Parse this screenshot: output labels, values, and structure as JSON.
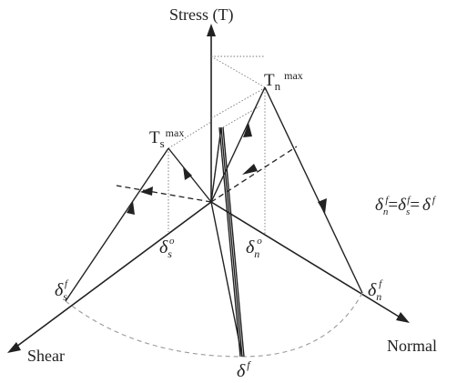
{
  "axes": {
    "stress": {
      "label": "Stress (T)"
    },
    "shear": {
      "label": "Shear"
    },
    "normal": {
      "label": "Normal"
    }
  },
  "points": {
    "tn_max": {
      "base": "T",
      "sub": "n",
      "sup": "max"
    },
    "ts_max": {
      "base": "T",
      "sub": "s",
      "sup": "max"
    },
    "delta_s_o": {
      "base": "δ",
      "sub": "s",
      "sup": "o"
    },
    "delta_n_o": {
      "base": "δ",
      "sub": "n",
      "sup": "o"
    },
    "delta_s_f": {
      "base": "δ",
      "sub": "s",
      "sup": "f"
    },
    "delta_n_f": {
      "base": "δ",
      "sub": "n",
      "sup": "f"
    },
    "delta_f": {
      "base": "δ",
      "sup": "f"
    }
  },
  "equation": {
    "t1": "δ",
    "t1_sub": "n",
    "t1_sup": "f",
    "eq1": "=",
    "t2": "δ",
    "t2_sub": "s",
    "t2_sup": "f",
    "eq2": "=",
    "t3": "δ",
    "t3_sup": "f"
  },
  "colors": {
    "ink": "#222222",
    "guide": "#777777",
    "arc": "#9a9a9a"
  }
}
